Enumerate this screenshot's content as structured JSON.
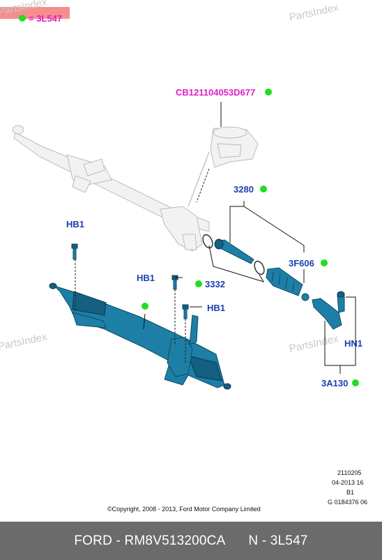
{
  "legend": {
    "key": "= 3L547",
    "dot_color": "#22dd22",
    "band_color": "#f47a7a"
  },
  "watermark": "PartsIndex",
  "callouts": {
    "cb_code": "CB121104053D677",
    "p3280": "3280",
    "p3332": "3332",
    "p3f606": "3F606",
    "hn1": "HN1",
    "p3a130": "3A130",
    "hb1_a": "HB1",
    "hb1_b": "HB1",
    "hb1_c": "HB1"
  },
  "colors": {
    "label_blue": "#1a3fb0",
    "label_magenta": "#e01fc8",
    "part_blue": "#1e7fa6",
    "dot_green": "#22dd22"
  },
  "info_block": [
    "2110205",
    "04-2013 16",
    "B1",
    "G 0184376 06"
  ],
  "copyright": "©Copyright, 2008 - 2013, Ford Motor Company Limited",
  "footer": {
    "brand_part": "FORD - RM8V513200CA",
    "ref": "N - 3L547"
  }
}
